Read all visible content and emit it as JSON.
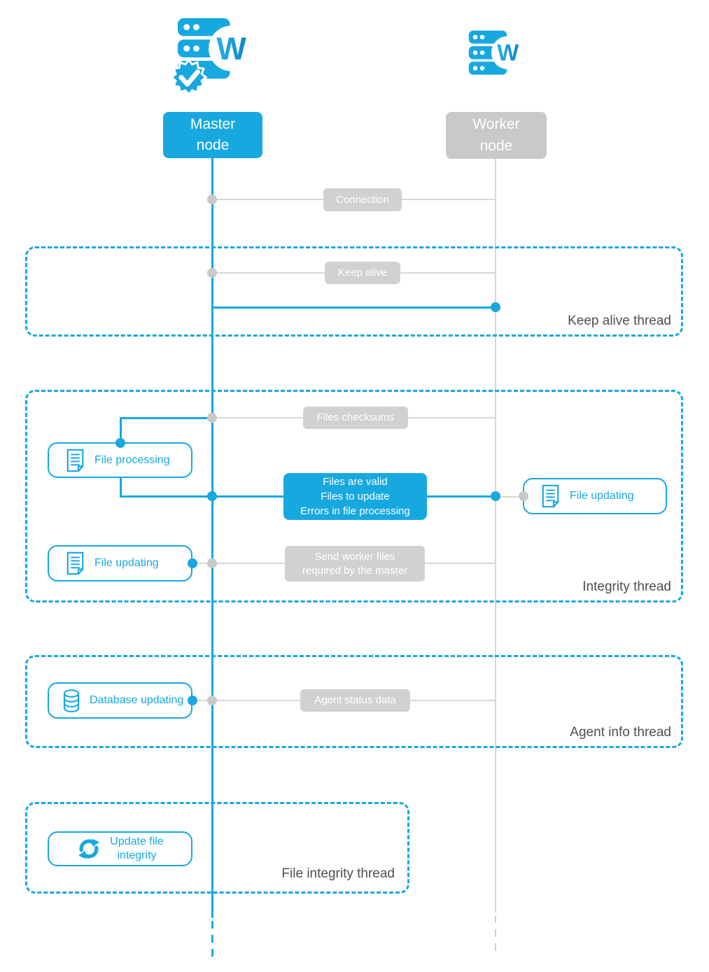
{
  "colors": {
    "accent": "#17a8e0",
    "accent_dark": "#0e86c4",
    "accent_light": "#29b1e6",
    "label_gray": "#d1d1d1",
    "node_gray": "#c9c9c9",
    "line_gray": "#d7d7d7",
    "dot_gray": "#c9c9c9",
    "thread_label_text": "#4e4e4e"
  },
  "nodes": {
    "master": {
      "label": "Master\nnode"
    },
    "worker": {
      "label": "Worker\nnode"
    }
  },
  "messages": {
    "connection": "Connection",
    "keep_alive": "Keep alive",
    "files_checksums": "Files checksums",
    "files_status": "Files are valid\nFiles to update\nErrors in file processing",
    "send_worker_files": "Send worker files\nrequired by the master",
    "agent_status": "Agent status data"
  },
  "activities": {
    "file_processing": "File processing",
    "file_updating_worker": "File updating",
    "file_updating_master": "File updating",
    "database_updating": "Database updating",
    "update_file_integrity": "Update file\nintegrity"
  },
  "threads": {
    "keep_alive": "Keep alive thread",
    "integrity": "Integrity thread",
    "agent_info": "Agent info thread",
    "file_integrity": "File integrity thread"
  },
  "icons": {
    "master_node": "server-check-badge-icon",
    "worker_node": "server-icon",
    "file": "document-icon",
    "database": "database-icon",
    "refresh": "refresh-icon"
  }
}
